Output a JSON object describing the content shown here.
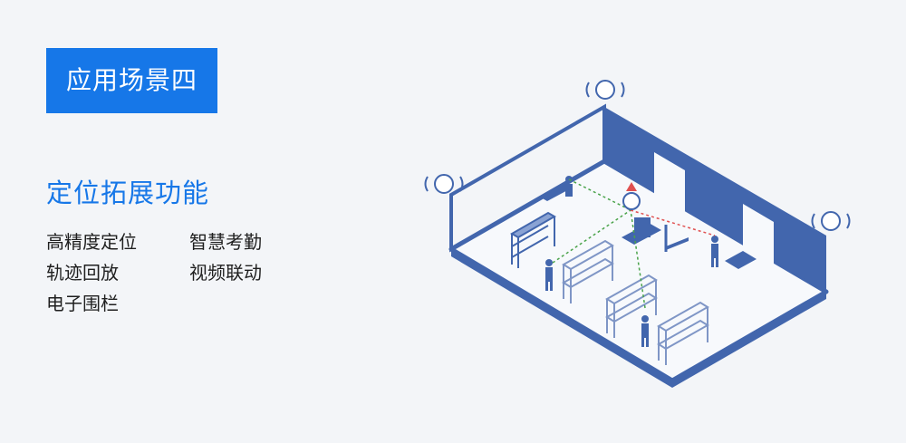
{
  "badge": {
    "label": "应用场景四"
  },
  "section": {
    "title": "定位拓展功能"
  },
  "features": [
    "高精度定位",
    "智慧考勤",
    "轨迹回放",
    "视频联动",
    "电子围栏"
  ],
  "colors": {
    "accent": "#1677e8",
    "wall": "#4266ad",
    "link_green": "#4aa34a",
    "link_red": "#e05050"
  },
  "illustration": {
    "icons": [
      "anchor-beacon-icon",
      "worker-icon",
      "forklift-icon",
      "shelf-icon",
      "camera-icon",
      "warning-icon",
      "pallet-icon"
    ]
  }
}
